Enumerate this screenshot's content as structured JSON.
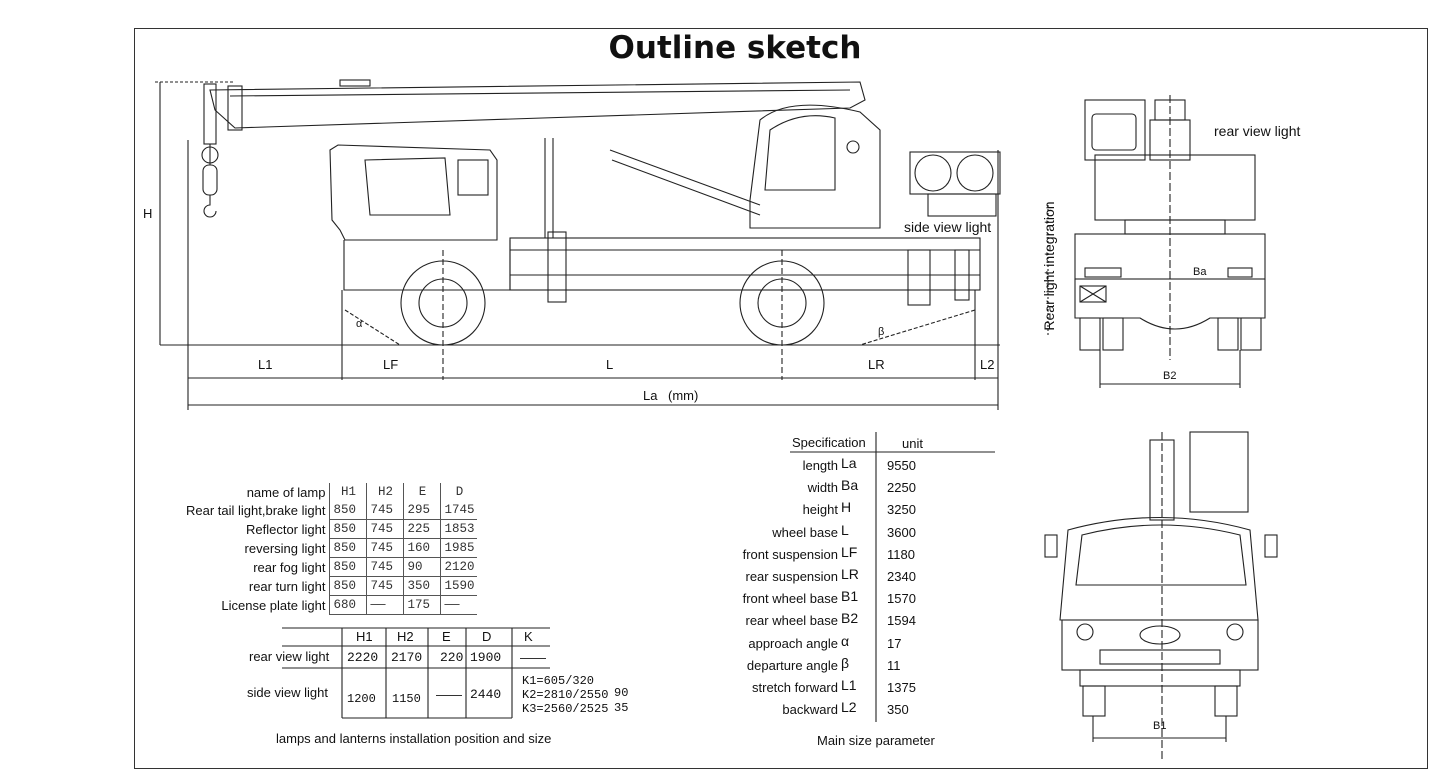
{
  "title": "Outline sketch",
  "side_view": {
    "dim_labels": [
      "L1",
      "LF",
      "L",
      "LR",
      "L2"
    ],
    "total_label": "La",
    "unit_label": "(mm)",
    "height_label": "H",
    "angle_alpha": "α",
    "angle_beta": "β",
    "side_light_label": "side view light"
  },
  "rear_view": {
    "rear_light_label": "rear view light",
    "integration_label": "Rear light integration",
    "ba_label": "Ba",
    "b2_label": "B2"
  },
  "front_view": {
    "b1_label": "B1"
  },
  "lamp_table": {
    "header": [
      "name of lamp",
      "H1",
      "H2",
      "E",
      "D"
    ],
    "rows": [
      [
        "Rear tail light,brake light",
        "850",
        "745",
        "295",
        "1745"
      ],
      [
        "Reflector light",
        "850",
        "745",
        "225",
        "1853"
      ],
      [
        "reversing light",
        "850",
        "745",
        "160",
        "1985"
      ],
      [
        "rear fog light",
        "850",
        "745",
        "90",
        "2120"
      ],
      [
        "rear turn light",
        "850",
        "745",
        "350",
        "1590"
      ],
      [
        "License plate light",
        "680",
        "——",
        "175",
        "——"
      ]
    ]
  },
  "view_light_table": {
    "header": [
      "",
      "H1",
      "H2",
      "E",
      "D",
      "K"
    ],
    "rear": [
      "rear view light",
      "2220",
      "2170",
      "220",
      "1900",
      "——"
    ],
    "side": [
      "side view light",
      "1200",
      "1150",
      "——",
      "2440"
    ],
    "k_values": [
      "K1=605/320",
      "K2=2810/2550",
      "K3=2560/2525"
    ],
    "k_extra": [
      "90",
      "35"
    ],
    "caption": "lamps and lanterns installation position and size"
  },
  "spec_table": {
    "header": [
      "Specification",
      "unit"
    ],
    "rows": [
      [
        "length",
        "La",
        "9550"
      ],
      [
        "width",
        "Ba",
        "2250"
      ],
      [
        "height",
        "H",
        "3250"
      ],
      [
        "wheel base",
        "L",
        "3600"
      ],
      [
        "front suspension",
        "LF",
        "1180"
      ],
      [
        "rear suspension",
        "LR",
        "2340"
      ],
      [
        "front wheel base",
        "B1",
        "1570"
      ],
      [
        "rear wheel base",
        "B2",
        "1594"
      ],
      [
        "approach angle",
        "α",
        "17"
      ],
      [
        "departure angle",
        "β",
        "11"
      ],
      [
        "stretch forward",
        "L1",
        "1375"
      ],
      [
        "backward",
        "L2",
        "350"
      ]
    ],
    "caption": "Main size parameter"
  }
}
